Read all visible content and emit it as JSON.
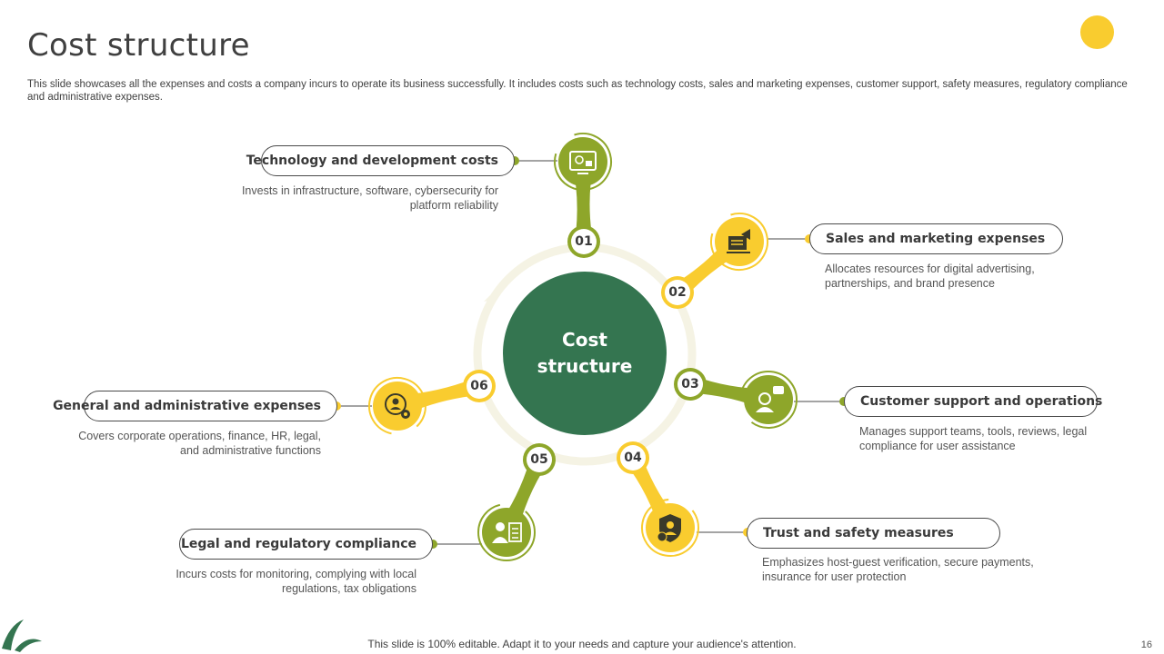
{
  "header": {
    "title": "Cost structure",
    "subtitle": "This slide showcases all the expenses and costs a company incurs to operate its business successfully. It includes costs such as technology costs, sales and marketing expenses, customer support, safety measures, regulatory compliance and administrative expenses."
  },
  "center": {
    "line1": "Cost",
    "line2": "structure"
  },
  "items": [
    {
      "number": "01",
      "title": "Technology and development costs",
      "description": "Invests in infrastructure, software, cybersecurity for platform reliability",
      "icon": "computer-settings-icon",
      "color": "#8ea62a"
    },
    {
      "number": "02",
      "title": "Sales and marketing expenses",
      "description": "Allocates resources for digital advertising, partnerships, and brand presence",
      "icon": "marketing-megaphone-icon",
      "color": "#f9cc2f"
    },
    {
      "number": "03",
      "title": "Customer support and operations",
      "description": "Manages support teams, tools, reviews, legal compliance for user assistance",
      "icon": "customer-support-icon",
      "color": "#8ea62a"
    },
    {
      "number": "04",
      "title": "Trust and safety measures",
      "description": "Emphasizes host-guest verification, secure payments, insurance for user protection",
      "icon": "shield-user-icon",
      "color": "#f9cc2f"
    },
    {
      "number": "05",
      "title": "Legal and regulatory compliance",
      "description": "Incurs costs for monitoring, complying with local regulations, tax obligations",
      "icon": "legal-checklist-icon",
      "color": "#8ea62a"
    },
    {
      "number": "06",
      "title": "General and administrative expenses",
      "description": "Covers corporate operations, finance, HR, legal, and administrative functions",
      "icon": "admin-gear-icon",
      "color": "#f9cc2f"
    }
  ],
  "colors": {
    "green": "#8ea62a",
    "yellow": "#f9cc2f",
    "dark_green": "#347550",
    "ring": "#f5f3e4"
  },
  "footer": {
    "note": "This slide is 100% editable. Adapt it to your needs and capture your audience's attention.",
    "page_number": "16"
  }
}
